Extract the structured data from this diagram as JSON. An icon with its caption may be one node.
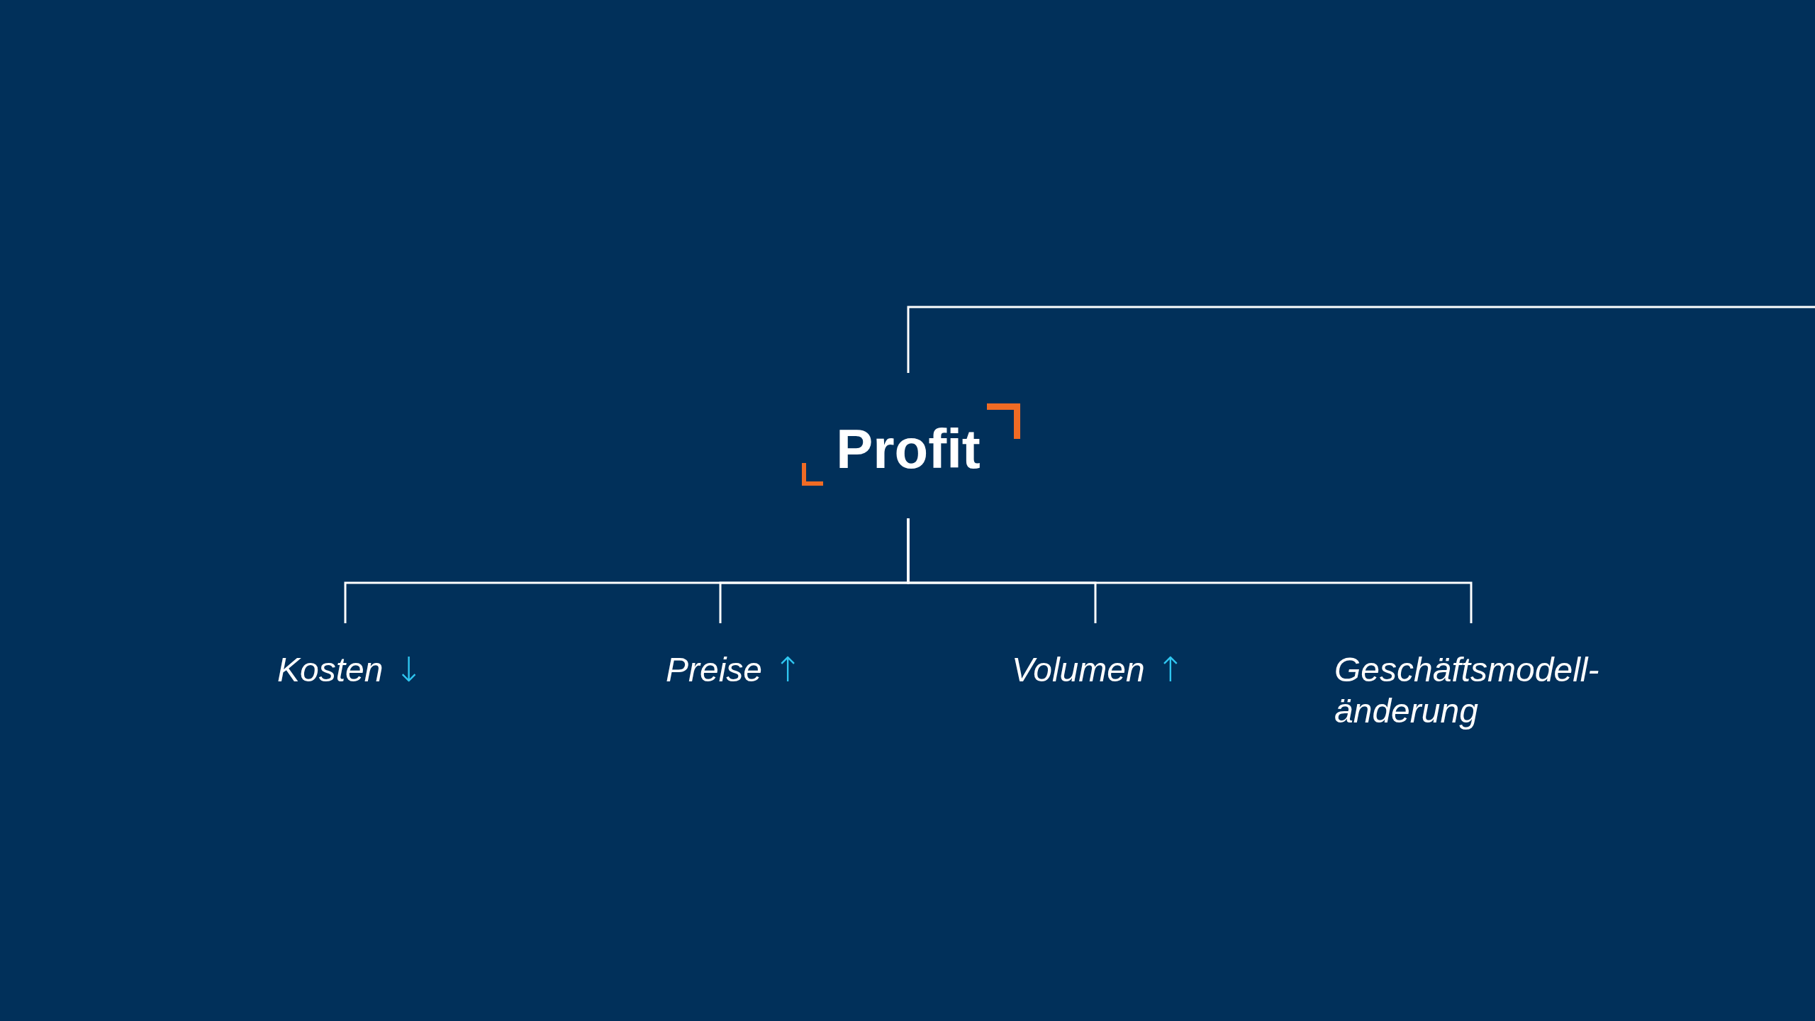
{
  "diagram": {
    "nodes": [
      {
        "text": [
          "Profit"
        ]
      },
      {
        "text": [
          "Kosten",
          "↓"
        ]
      },
      {
        "text": [
          "Preise",
          "↑"
        ]
      },
      {
        "text": [
          "Volumen",
          "↑"
        ]
      },
      {
        "text": [
          "Geschäftsmodell- änderung"
        ]
      }
    ],
    "edges": [
      {
        "from": 0,
        "to": null,
        "arrow": "none"
      },
      {
        "from": 0,
        "to": 1,
        "arrow": "none"
      },
      {
        "from": 0,
        "to": 2,
        "arrow": "none"
      },
      {
        "from": 0,
        "to": 3,
        "arrow": "none"
      },
      {
        "from": 0,
        "to": 4,
        "arrow": "none"
      }
    ]
  }
}
